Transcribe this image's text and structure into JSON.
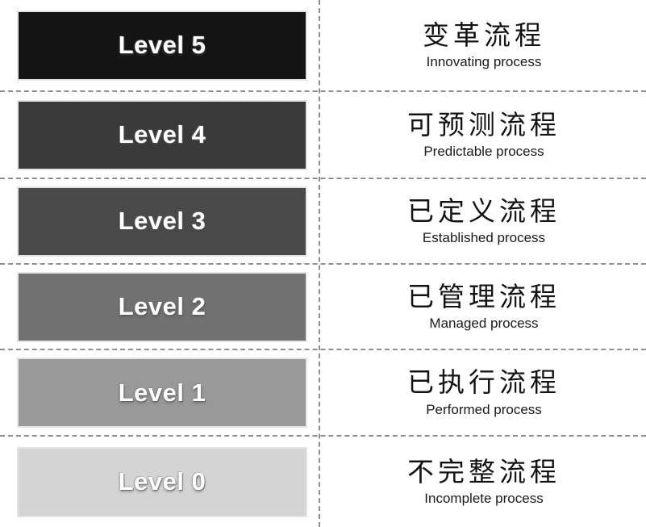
{
  "maturity_model": {
    "background_color": "#ffffff",
    "divider_color": "#8f8f8f",
    "levels": [
      {
        "label": "Level 5",
        "name_zh": "变革流程",
        "name_en": "Innovating process",
        "box_color": "#141414"
      },
      {
        "label": "Level 4",
        "name_zh": "可预测流程",
        "name_en": "Predictable process",
        "box_color": "#3a3a3a"
      },
      {
        "label": "Level 3",
        "name_zh": "已定义流程",
        "name_en": "Established process",
        "box_color": "#4a4a4a"
      },
      {
        "label": "Level 2",
        "name_zh": "已管理流程",
        "name_en": "Managed process",
        "box_color": "#717171"
      },
      {
        "label": "Level 1",
        "name_zh": "已执行流程",
        "name_en": "Performed process",
        "box_color": "#999999"
      },
      {
        "label": "Level 0",
        "name_zh": "不完整流程",
        "name_en": "Incomplete process",
        "box_color": "#d4d4d4"
      }
    ]
  }
}
